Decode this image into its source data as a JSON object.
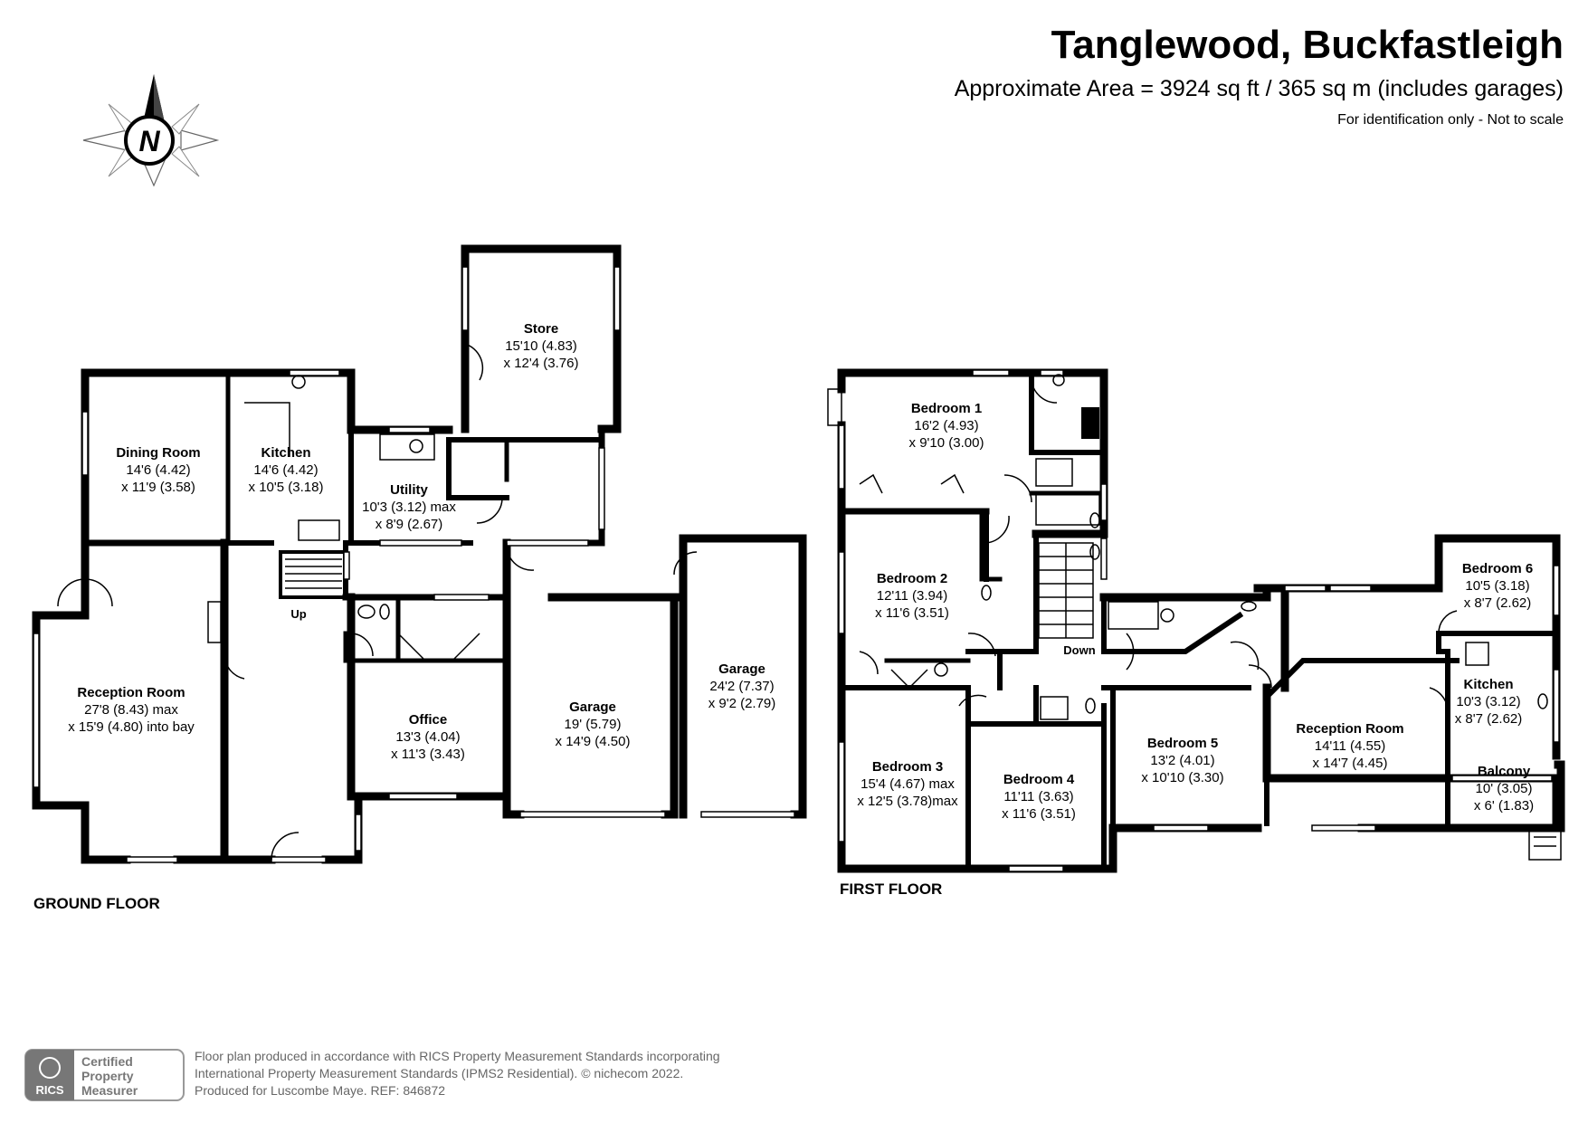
{
  "header": {
    "title": "Tanglewood, Buckfastleigh",
    "area": "Approximate Area = 3924 sq ft / 365 sq m (includes garages)",
    "note": "For identification only - Not to scale"
  },
  "compass": {
    "letter": "N"
  },
  "ground_floor": {
    "label": "GROUND FLOOR",
    "stairs_label": "Up",
    "rooms": {
      "store": {
        "name": "Store",
        "dim1": "15'10 (4.83)",
        "dim2": "x 12'4 (3.76)"
      },
      "dining": {
        "name": "Dining Room",
        "dim1": "14'6 (4.42)",
        "dim2": "x 11'9 (3.58)"
      },
      "kitchen": {
        "name": "Kitchen",
        "dim1": "14'6 (4.42)",
        "dim2": "x 10'5 (3.18)"
      },
      "utility": {
        "name": "Utility",
        "dim1": "10'3 (3.12) max",
        "dim2": "x 8'9 (2.67)"
      },
      "reception": {
        "name": "Reception Room",
        "dim1": "27'8 (8.43) max",
        "dim2": "x 15'9 (4.80) into bay"
      },
      "office": {
        "name": "Office",
        "dim1": "13'3 (4.04)",
        "dim2": "x 11'3 (3.43)"
      },
      "garage1": {
        "name": "Garage",
        "dim1": "19' (5.79)",
        "dim2": "x 14'9 (4.50)"
      },
      "garage2": {
        "name": "Garage",
        "dim1": "24'2 (7.37)",
        "dim2": "x 9'2 (2.79)"
      }
    }
  },
  "first_floor": {
    "label": "FIRST FLOOR",
    "stairs_label": "Down",
    "rooms": {
      "bed1": {
        "name": "Bedroom 1",
        "dim1": "16'2 (4.93)",
        "dim2": "x 9'10 (3.00)"
      },
      "bed2": {
        "name": "Bedroom 2",
        "dim1": "12'11 (3.94)",
        "dim2": "x 11'6 (3.51)"
      },
      "bed3": {
        "name": "Bedroom 3",
        "dim1": "15'4 (4.67) max",
        "dim2": "x 12'5 (3.78)max"
      },
      "bed4": {
        "name": "Bedroom 4",
        "dim1": "11'11 (3.63)",
        "dim2": "x 11'6 (3.51)"
      },
      "bed5": {
        "name": "Bedroom 5",
        "dim1": "13'2 (4.01)",
        "dim2": "x 10'10 (3.30)"
      },
      "reception": {
        "name": "Reception Room",
        "dim1": "14'11 (4.55)",
        "dim2": "x 14'7 (4.45)"
      },
      "bed6": {
        "name": "Bedroom 6",
        "dim1": "10'5 (3.18)",
        "dim2": "x 8'7 (2.62)"
      },
      "kitchen": {
        "name": "Kitchen",
        "dim1": "10'3 (3.12)",
        "dim2": "x 8'7 (2.62)"
      },
      "balcony": {
        "name": "Balcony",
        "dim1": "10' (3.05)",
        "dim2": "x 6' (1.83)"
      }
    }
  },
  "footer": {
    "badge_org": "RICS",
    "badge_lines": [
      "Certified",
      "Property",
      "Measurer"
    ],
    "lines": [
      "Floor plan produced in accordance with RICS Property Measurement Standards incorporating",
      "International Property Measurement Standards (IPMS2 Residential).  © nichecom 2022.",
      "Produced for Luscombe Maye.   REF:  846872"
    ]
  }
}
